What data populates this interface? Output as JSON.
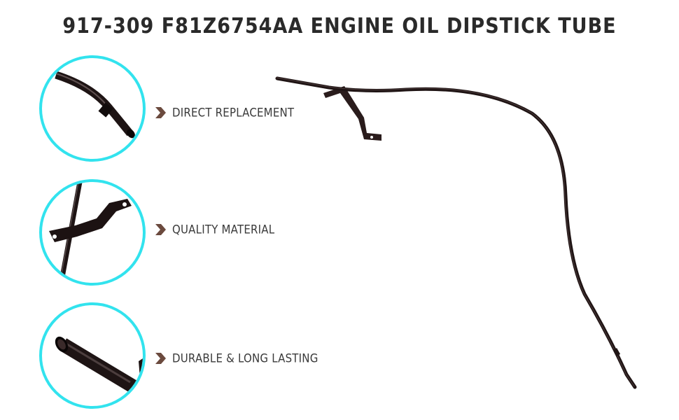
{
  "title": "917-309 F81Z6754AA ENGINE OIL DIPSTICK TUBE",
  "features": [
    {
      "label": "DIRECT REPLACEMENT",
      "icon": "chevron-right-icon"
    },
    {
      "label": "QUALITY MATERIAL",
      "icon": "chevron-right-icon"
    },
    {
      "label": "DURABLE & LONG LASTING",
      "icon": "chevron-right-icon"
    }
  ],
  "colors": {
    "accent_ring": "#32e3ee",
    "chevron": "#6b4a3e",
    "tube": "#1f1414",
    "text": "#3a3a3a"
  }
}
